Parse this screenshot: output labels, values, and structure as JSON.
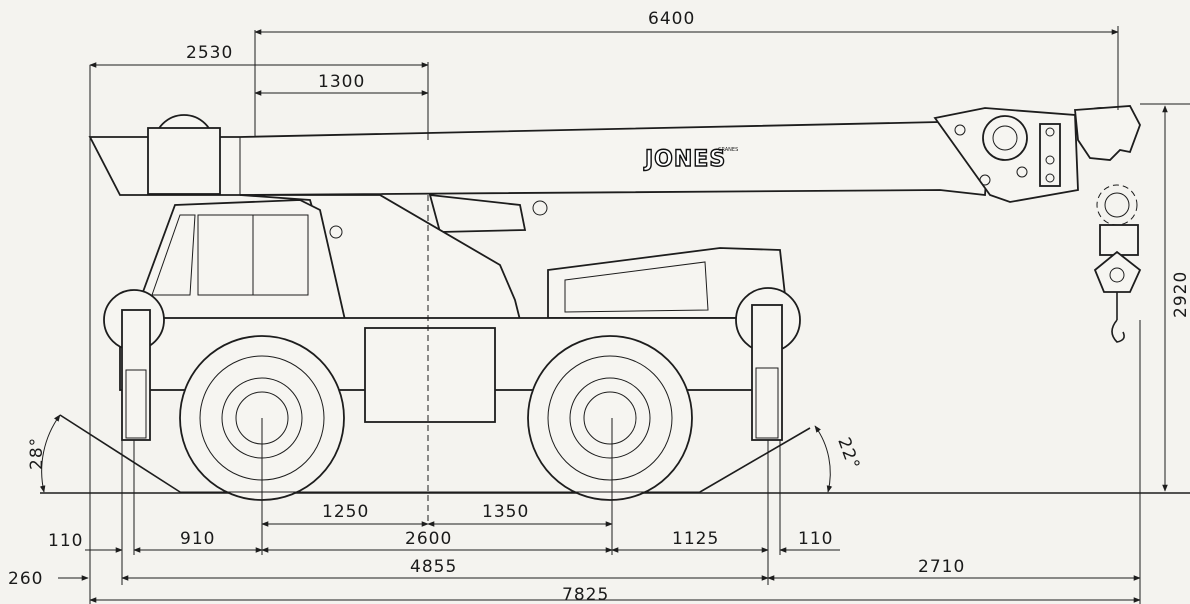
{
  "brand": {
    "logo_text": "JONES",
    "logo_subtext": "CRANES"
  },
  "dimensions": {
    "d6400": "6400",
    "d2530": "2530",
    "d1300": "1300",
    "d2920": "2920",
    "d1250": "1250",
    "d1350": "1350",
    "d110_left": "110",
    "d910": "910",
    "d2600": "2600",
    "d1125": "1125",
    "d110_right": "110",
    "d260": "260",
    "d4855": "4855",
    "d2710": "2710",
    "d7825": "7825"
  },
  "angles": {
    "left": "28°",
    "right": "22°"
  }
}
